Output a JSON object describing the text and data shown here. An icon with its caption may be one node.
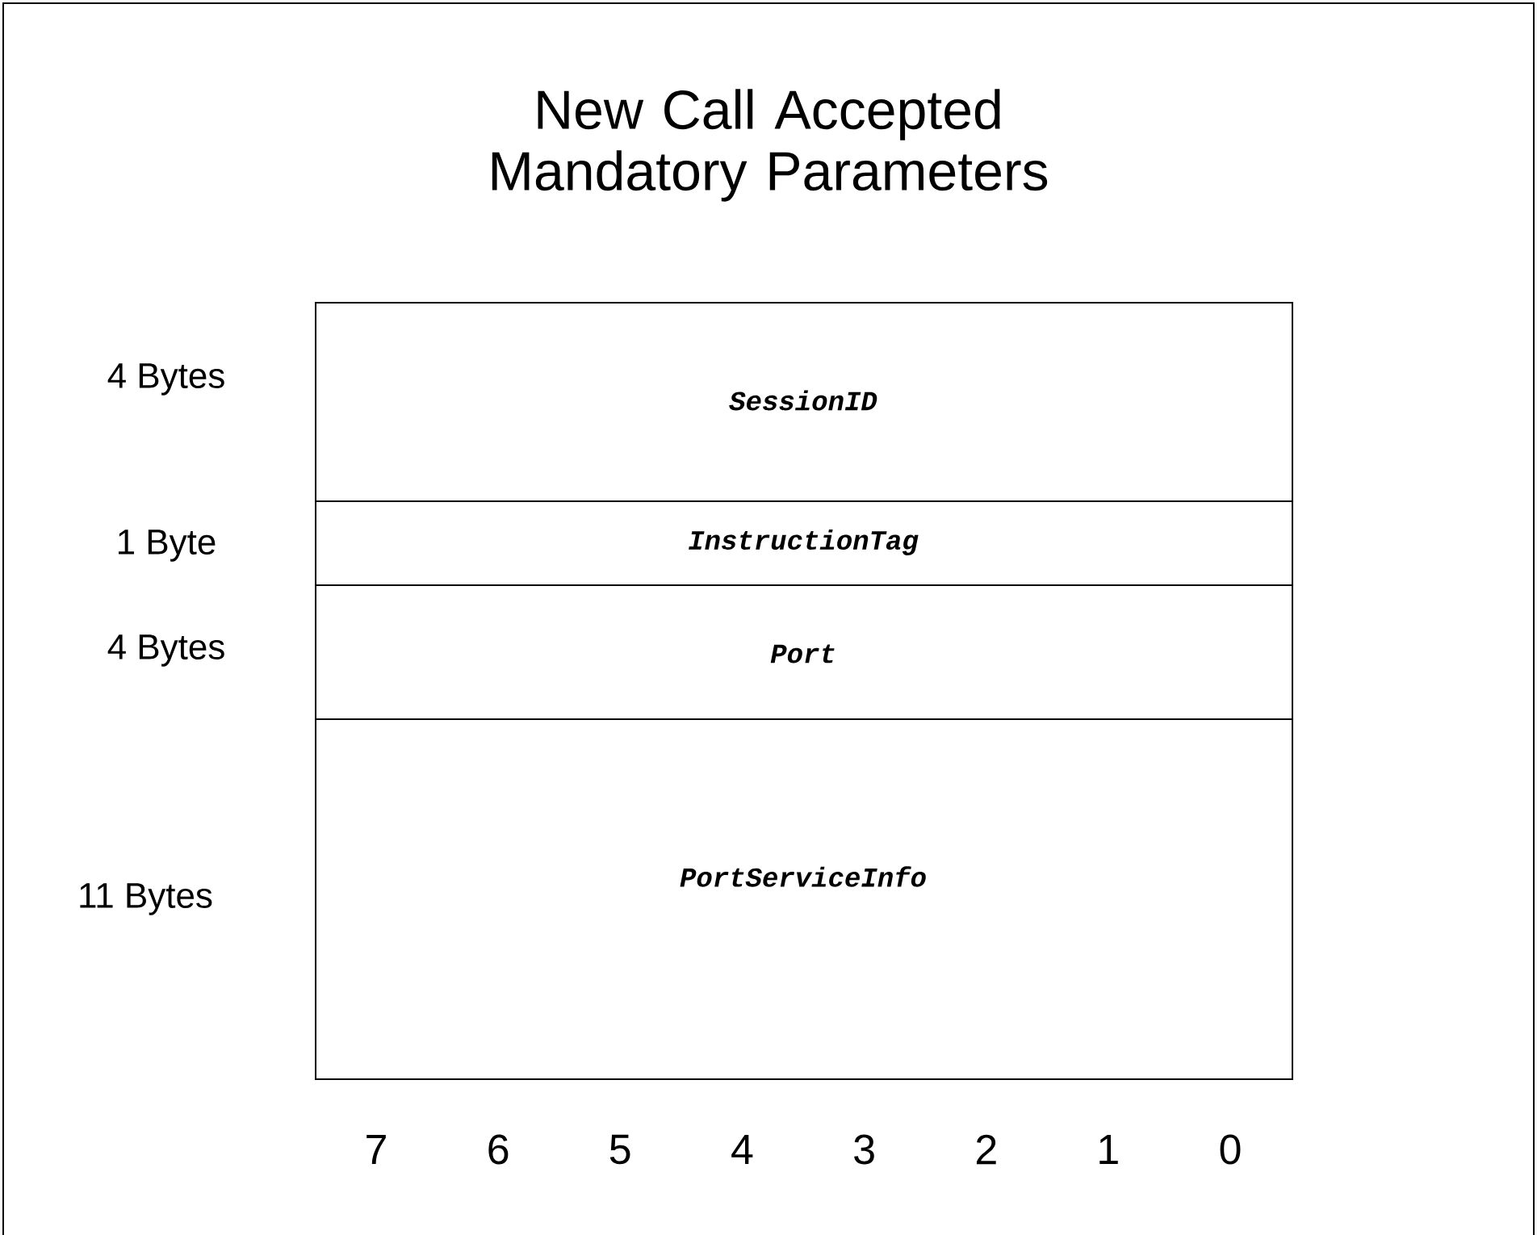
{
  "diagram": {
    "title": "New Call Accepted Mandatory Parameters",
    "nodes": [
      {
        "text": [
          "SessionID"
        ],
        "beside": [
          "4 Bytes"
        ]
      },
      {
        "text": [
          "InstructionTag"
        ],
        "beside": [
          "1 Byte"
        ]
      },
      {
        "text": [
          "Port"
        ],
        "beside": [
          "4 Bytes"
        ]
      },
      {
        "text": [
          "PortServiceInfo"
        ],
        "beside": [
          "11 Bytes"
        ]
      }
    ],
    "labels": [
      "7",
      "6",
      "5",
      "4",
      "3",
      "2",
      "1",
      "0"
    ]
  }
}
